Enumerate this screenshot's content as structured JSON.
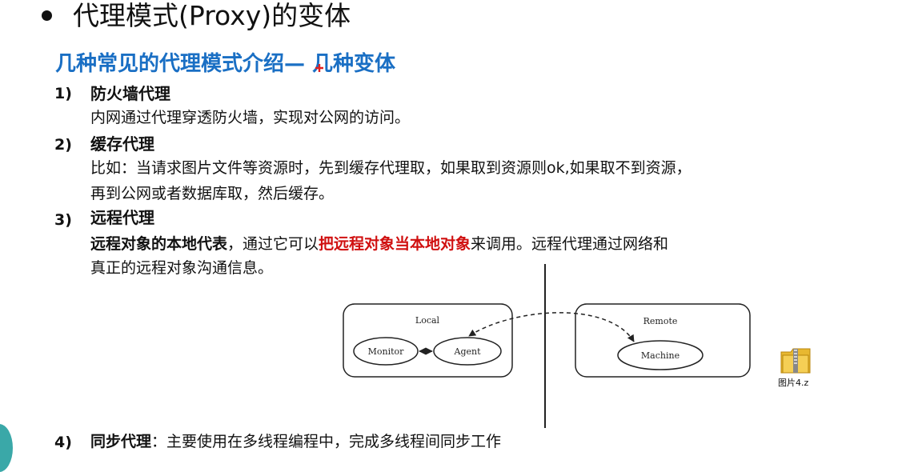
{
  "title": "代理模式(Proxy)的变体",
  "subtitle": "几种常见的代理模式介绍— 几种变体",
  "items": [
    {
      "num": "1)",
      "head": "防火墙代理",
      "lines": [
        "内网通过代理穿透防火墙，实现对公网的访问。"
      ]
    },
    {
      "num": "2)",
      "head": "缓存代理",
      "lines": [
        "比如：当请求图片文件等资源时，先到缓存代理取，如果取到资源则ok,如果取不到资源，",
        "再到公网或者数据库取，然后缓存。"
      ]
    },
    {
      "num": "3)",
      "head": "远程代理",
      "line1_part1": "远程对象的本地代表",
      "line1_part2": "，通过它可以",
      "line1_part3": "把远程对象当本地对象",
      "line1_part4": "来调用。远程代理通过网络和",
      "line2": "真正的远程对象沟通信息。"
    },
    {
      "num": "4)",
      "head": "同步代理",
      "text": "：主要使用在多线程编程中，完成多线程间同步工作"
    }
  ],
  "diagram": {
    "local_label": "Local",
    "remote_label": "Remote",
    "monitor_label": "Monitor",
    "agent_label": "Agent",
    "machine_label": "Machine"
  },
  "desktop_file": {
    "label": "图片4.z",
    "icon": "folder-zip-icon"
  },
  "colors": {
    "subtitle": "#1a6fc4",
    "highlight": "#d01010"
  }
}
